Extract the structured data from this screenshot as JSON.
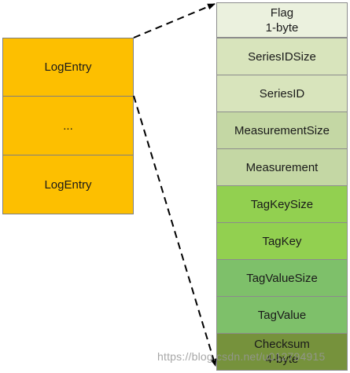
{
  "log_entries": [
    {
      "label": "LogEntry"
    },
    {
      "label": "..."
    },
    {
      "label": "LogEntry"
    }
  ],
  "fields": [
    {
      "label": "Flag",
      "sub": "1-byte",
      "color": "#ebf1de"
    },
    {
      "label": "SeriesIDSize",
      "sub": "",
      "color": "#d8e4bc"
    },
    {
      "label": "SeriesID",
      "sub": "",
      "color": "#d8e4bc"
    },
    {
      "label": "MeasurementSize",
      "sub": "",
      "color": "#c4d7a4"
    },
    {
      "label": "Measurement",
      "sub": "",
      "color": "#c4d7a4"
    },
    {
      "label": "TagKeySize",
      "sub": "",
      "color": "#92d050"
    },
    {
      "label": "TagKey",
      "sub": "",
      "color": "#92d050"
    },
    {
      "label": "TagValueSize",
      "sub": "",
      "color": "#7ec06a"
    },
    {
      "label": "TagValue",
      "sub": "",
      "color": "#7ec06a"
    },
    {
      "label": "Checksum",
      "sub": "4-byte",
      "color": "#76923c"
    }
  ],
  "watermark": "https://blog.csdn.net/u012794915"
}
